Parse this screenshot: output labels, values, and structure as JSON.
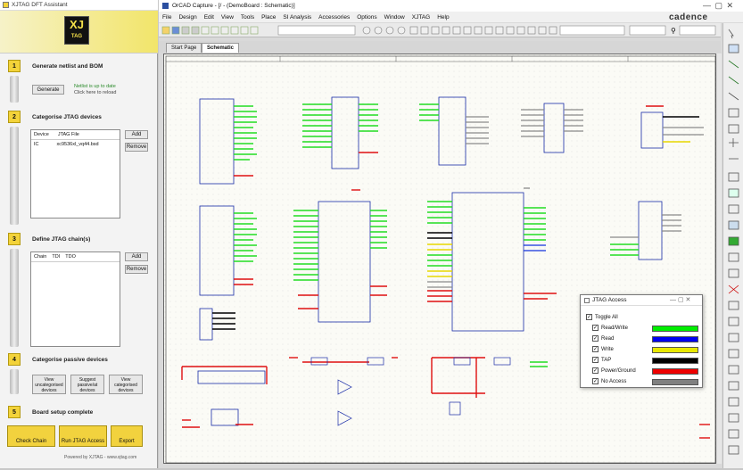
{
  "xtag": {
    "title": "XJTAG DFT Assistant",
    "logo_top": "XJ",
    "logo_bottom": "TAG",
    "step1": {
      "num": "1",
      "title": "Generate netlist and BOM",
      "button": "Generate",
      "status1": "Netlist is up to date",
      "status2": "Click here to reload"
    },
    "step2": {
      "num": "2",
      "title": "Categorise JTAG devices",
      "col1": "Device",
      "col2": "JTAG File",
      "row_ref": "IC",
      "row_file": "xc9536xl_vq44.bsd",
      "add": "Add",
      "remove": "Remove"
    },
    "step3": {
      "num": "3",
      "title": "Define JTAG chain(s)",
      "chain": [
        "Chain",
        "TDI",
        "TDO"
      ],
      "add": "Add",
      "remove": "Remove"
    },
    "step4": {
      "num": "4",
      "title": "Categorise passive devices",
      "b1": "View uncategorised devices",
      "b2": "Suggest passive/at devices",
      "b3": "View categorised devices"
    },
    "step5": {
      "num": "5",
      "title": "Board setup complete",
      "b1": "Check Chain",
      "b2": "Run JTAG Access",
      "b3": "Export"
    },
    "footer": "Powered by XJTAG - www.xjtag.com"
  },
  "cad": {
    "title": "OrCAD Capture - [/ - (DemoBoard : Schematic)]",
    "menu": [
      "File",
      "Design",
      "Edit",
      "View",
      "Tools",
      "Place",
      "SI Analysis",
      "Accessories",
      "Options",
      "Window",
      "XJTAG",
      "Help"
    ],
    "brand": "cadence",
    "tabs": [
      "Start Page",
      "Schematic"
    ]
  },
  "jtag_access": {
    "title": "JTAG Access",
    "toggle_all": "Toggle All",
    "rows": [
      {
        "label": "Read/Write",
        "color": "#00ee00",
        "checked": true
      },
      {
        "label": "Read",
        "color": "#0000ee",
        "checked": true
      },
      {
        "label": "Write",
        "color": "#e8e800",
        "checked": true
      },
      {
        "label": "TAP",
        "color": "#000000",
        "checked": true
      },
      {
        "label": "Power/Ground",
        "color": "#ee0000",
        "checked": true
      },
      {
        "label": "No Access",
        "color": "#808080",
        "checked": true
      }
    ]
  }
}
